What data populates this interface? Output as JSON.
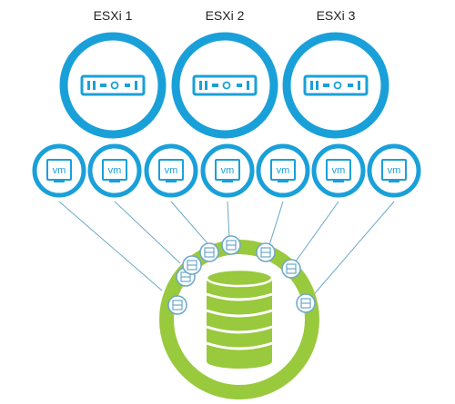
{
  "colors": {
    "host_blue": "#1aa0d9",
    "vm_blue": "#1aa0d9",
    "datastore_green": "#99c93c",
    "link_line": "#6aa8c8"
  },
  "hosts": [
    {
      "label": "ESXi 1",
      "icon": "server-icon"
    },
    {
      "label": "ESXi 2",
      "icon": "server-icon"
    },
    {
      "label": "ESXi 3",
      "icon": "server-icon"
    }
  ],
  "vms": [
    {
      "label": "vm"
    },
    {
      "label": "vm"
    },
    {
      "label": "vm"
    },
    {
      "label": "vm"
    },
    {
      "label": "vm"
    },
    {
      "label": "vm"
    },
    {
      "label": "vm"
    }
  ],
  "datastore": {
    "icon": "database-icon",
    "vmdk_icons": 8
  }
}
